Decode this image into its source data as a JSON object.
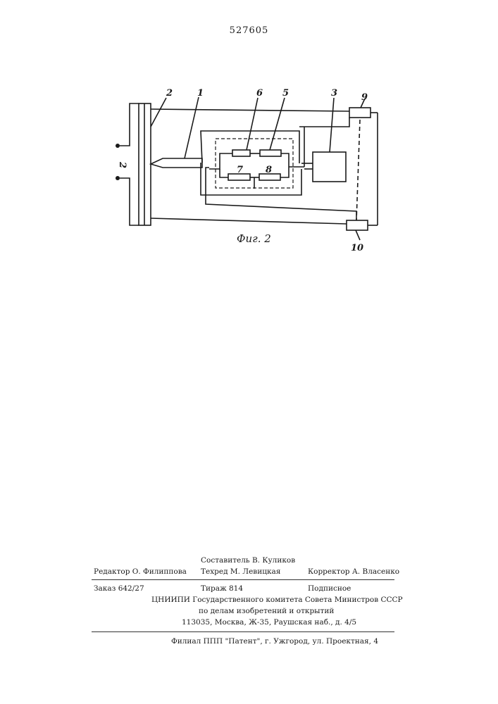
{
  "document": {
    "patent_number": "527605",
    "figure": {
      "caption": "Фиг. 2",
      "labels": [
        "1",
        "2",
        "3",
        "5",
        "6",
        "7",
        "8",
        "9",
        "10"
      ],
      "side_label": "2"
    },
    "imprint": {
      "compiler": "Составитель  В. Куликов",
      "editor": "Редактор  О. Филиппова",
      "techred": "Техред  М. Левицкая",
      "corrector": "Корректор    А. Власенко",
      "order": "Заказ  642/27",
      "circulation": "Тираж  814",
      "subscription": "Подписное",
      "org_line1": "ЦНИИПИ Государственного комитета Совета Министров СССР",
      "org_line2": "по делам изобретений и открытий",
      "address": "113035, Москва, Ж-35, Раушская наб., д. 4/5",
      "branch": "Филиал ППП \"Патент\", г. Ужгород, ул. Проектная, 4"
    }
  }
}
